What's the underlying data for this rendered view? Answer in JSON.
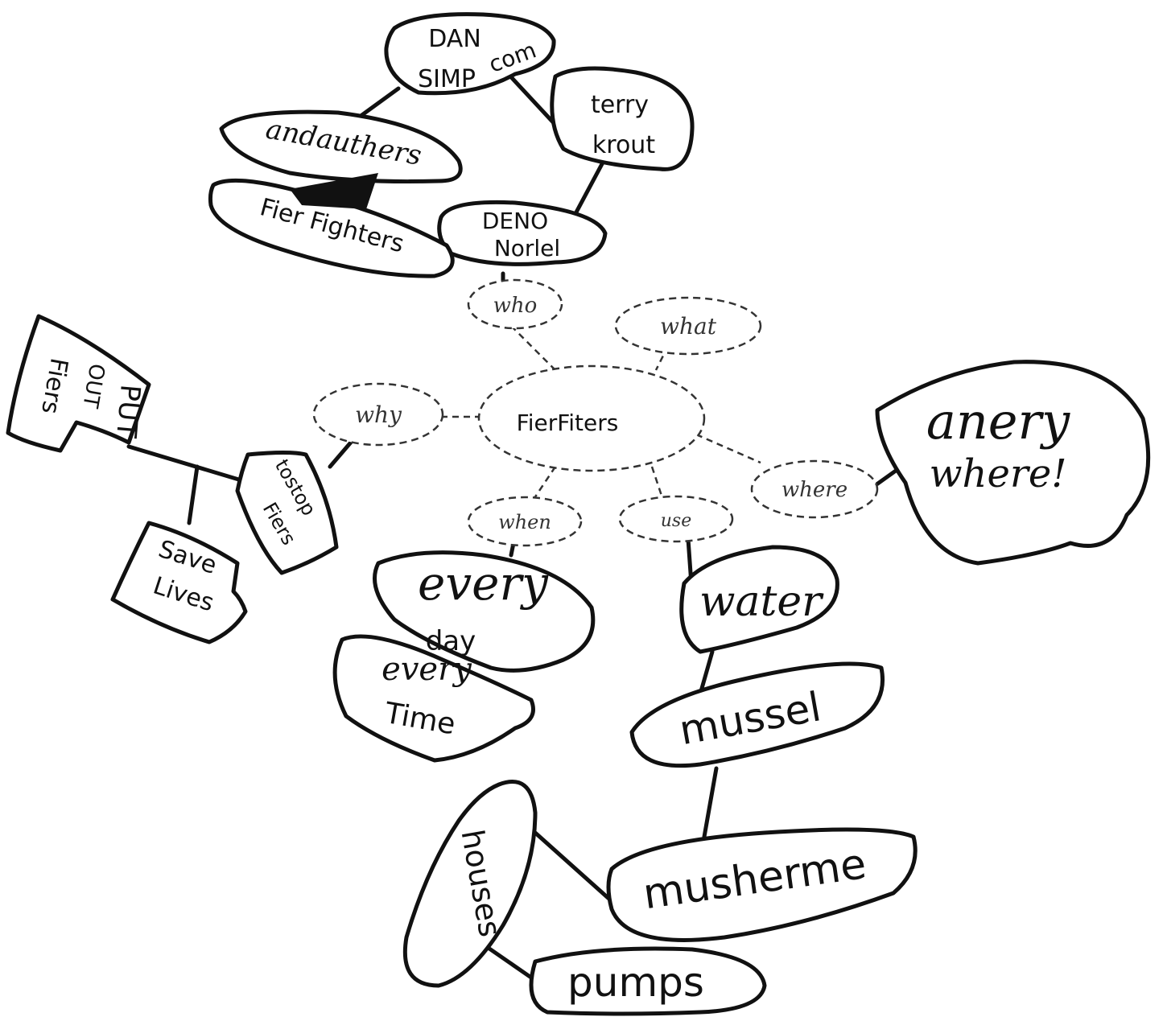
{
  "center": {
    "label": "FierFiters"
  },
  "questions": {
    "who": "who",
    "what": "what",
    "why": "why",
    "when": "when",
    "use": "use",
    "where": "where"
  },
  "nodes": {
    "dan_line1": "DAN",
    "dan_line2": "SIMP",
    "dan_line3": "com",
    "and_authers": "andauthers",
    "fier_fighters": "Fier Fighters",
    "terry_line1": "terry",
    "terry_line2": "krout",
    "deno_line1": "DENO",
    "deno_line2": "Norlel",
    "put_out_fiers_1": "PUT",
    "put_out_fiers_2": "OUT",
    "put_out_fiers_3": "Fiers",
    "to_stop_1": "tostop",
    "to_stop_2": "Fiers",
    "save_lives_1": "Save",
    "save_lives_2": "Lives",
    "every_day_1": "every",
    "every_day_2": "day",
    "every_time_1": "every",
    "every_time_2": "Time",
    "anery_where_1": "anery",
    "anery_where_2": "where!",
    "water": "water",
    "mussel": "mussel",
    "musherme": "musherme",
    "houses": "houses",
    "pumps": "pumps"
  }
}
